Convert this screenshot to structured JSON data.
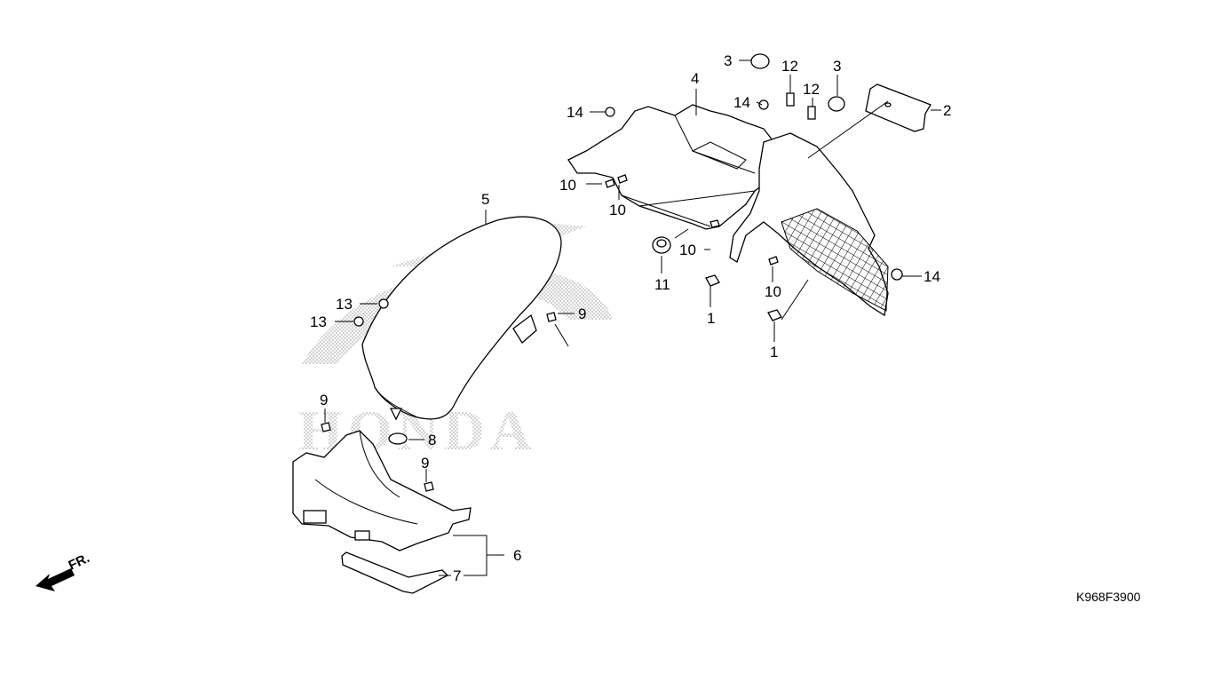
{
  "watermark_text": "HONDA",
  "diagram_code": "K968F3900",
  "front_arrow_label": "FR.",
  "callouts": [
    {
      "id": "c1a",
      "label": "1"
    },
    {
      "id": "c1b",
      "label": "1"
    },
    {
      "id": "c2",
      "label": "2"
    },
    {
      "id": "c3a",
      "label": "3"
    },
    {
      "id": "c3b",
      "label": "3"
    },
    {
      "id": "c4",
      "label": "4"
    },
    {
      "id": "c5",
      "label": "5"
    },
    {
      "id": "c6",
      "label": "6"
    },
    {
      "id": "c7",
      "label": "7"
    },
    {
      "id": "c8",
      "label": "8"
    },
    {
      "id": "c9a",
      "label": "9"
    },
    {
      "id": "c9b",
      "label": "9"
    },
    {
      "id": "c9c",
      "label": "9"
    },
    {
      "id": "c10a",
      "label": "10"
    },
    {
      "id": "c10b",
      "label": "10"
    },
    {
      "id": "c10c",
      "label": "10"
    },
    {
      "id": "c10d",
      "label": "10"
    },
    {
      "id": "c11",
      "label": "11"
    },
    {
      "id": "c12a",
      "label": "12"
    },
    {
      "id": "c12b",
      "label": "12"
    },
    {
      "id": "c13a",
      "label": "13"
    },
    {
      "id": "c13b",
      "label": "13"
    },
    {
      "id": "c14a",
      "label": "14"
    },
    {
      "id": "c14b",
      "label": "14"
    },
    {
      "id": "c14c",
      "label": "14"
    }
  ]
}
